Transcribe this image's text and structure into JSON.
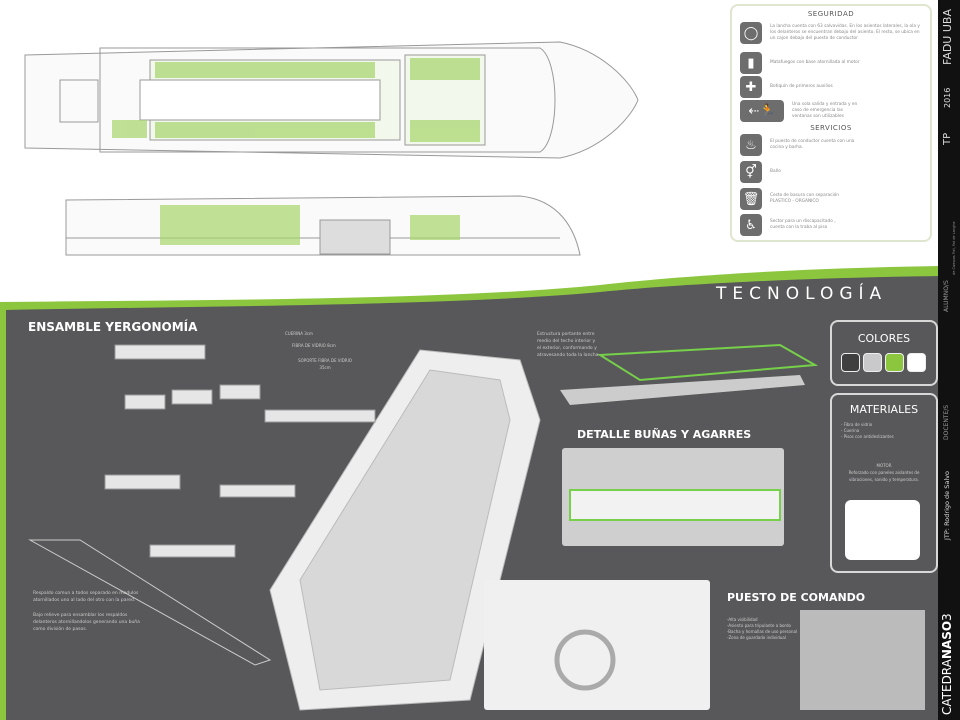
{
  "legend": {
    "security_title": "SEGURIDAD",
    "security": [
      {
        "icon": "life-vest-icon",
        "text": "La lancha cuenta con 63 salvavidas. En los asientos laterales, la ola y los delanteros se encuentran debajo del asiento. El resto, se ubica en un cajon debajo del puesto de conductor"
      },
      {
        "icon": "fire-extinguisher-icon",
        "text": "Matafuegos con base atornillada al motor"
      },
      {
        "icon": "first-aid-icon",
        "text": "Botiquín de primeros auxilios"
      },
      {
        "icon": "emergency-exit-icon",
        "text": "Una sola salida y entrada y en caso de emergencia las ventanas son utilizables"
      }
    ],
    "services_title": "SERVICIOS",
    "services": [
      {
        "icon": "kitchen-icon",
        "text": "El puesto de conductor cuenta con una cocina y barha."
      },
      {
        "icon": "restroom-icon",
        "text": "Baño"
      },
      {
        "icon": "trash-bin-icon",
        "text": "Cesto de basura con separación PLASTICO - ORGANICO"
      },
      {
        "icon": "wheelchair-icon",
        "text": "Sector para un discapacitado , cuenta con la traba al piso"
      }
    ]
  },
  "strip": {
    "school": "FADU UBA",
    "year": "2016",
    "type": "TP",
    "students_label": "ALUMNO/S",
    "students": "de Campos Fiel, Fat de Langhe",
    "teachers_label": "DOCENTE/S",
    "jtp": "JTP: Rodrigo de Salvo",
    "catedra_a": "CATEDRA",
    "catedra_b": "NASO",
    "catedra_c": "3"
  },
  "tecnologia": "TECNOLOGÍA",
  "ensamble": {
    "title": "ENSAMBLE YERGONOMÍA",
    "layers": [
      "CUERINA 3cm",
      "FIBRA DE VIDRIO 8cm",
      "SOPORTE FIBRA DE VIDRIO 35cm"
    ],
    "note1": "Respaldo comun a todos separado en modulos atornillados uno al lado del otro con la pared.",
    "note2": "Bajo relieve para ensamblar los respaldos delanteros atornillandolos generando una buña como división de pasos."
  },
  "estructura": "Estructura portante entre medio del techo interior y el exterior, conformando y atravesando toda la lancha",
  "detalle": "DETALLE BUÑAS Y AGARRES",
  "colores": {
    "title": "COLORES",
    "swatches": [
      "#3f3f3f",
      "#c9c9cc",
      "#8cc63f",
      "#ffffff"
    ]
  },
  "materiales": {
    "title": "MATERIALES",
    "items": [
      "- Fibra de vidrio",
      "- Cuerina",
      "- Pisos con antideslizantes"
    ],
    "motor_title": "MOTOR",
    "motor": "Reforzado con paneles aislantes de vibraciones, sonido y temperatura."
  },
  "comando": {
    "title": "PUESTO DE COMANDO",
    "items": [
      "-Alta visibilidad",
      "-Asiento para tripulante a bordo",
      "-Bacha y hornallas de uso personal",
      "-Zona de guardado individual"
    ]
  },
  "colors": {
    "panel": "#58585a",
    "accent": "#8cc63f"
  }
}
